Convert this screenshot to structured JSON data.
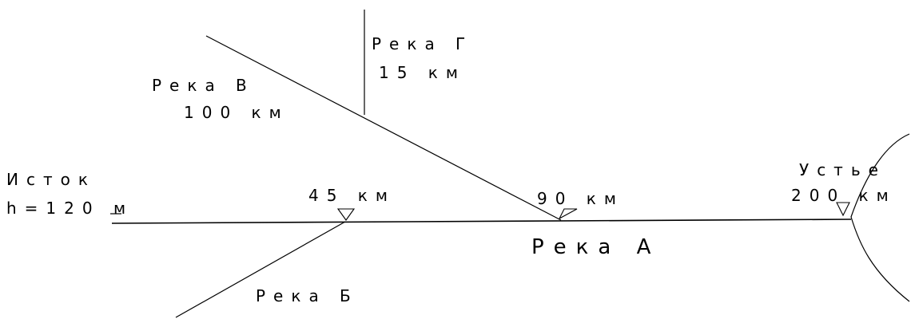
{
  "labels": {
    "source_title": "Исток",
    "source_height": "h=120 м",
    "river_a": "Река А",
    "river_b": "Река Б",
    "river_v": "Река В",
    "river_v_length": "100 км",
    "river_g": "Река Г",
    "river_g_length": "15 км",
    "km_45": "45 км",
    "km_90": "90 км",
    "mouth_title": "Устье",
    "km_200": "200 км"
  },
  "colors": {
    "ink": "#000000",
    "background": "#ffffff"
  }
}
